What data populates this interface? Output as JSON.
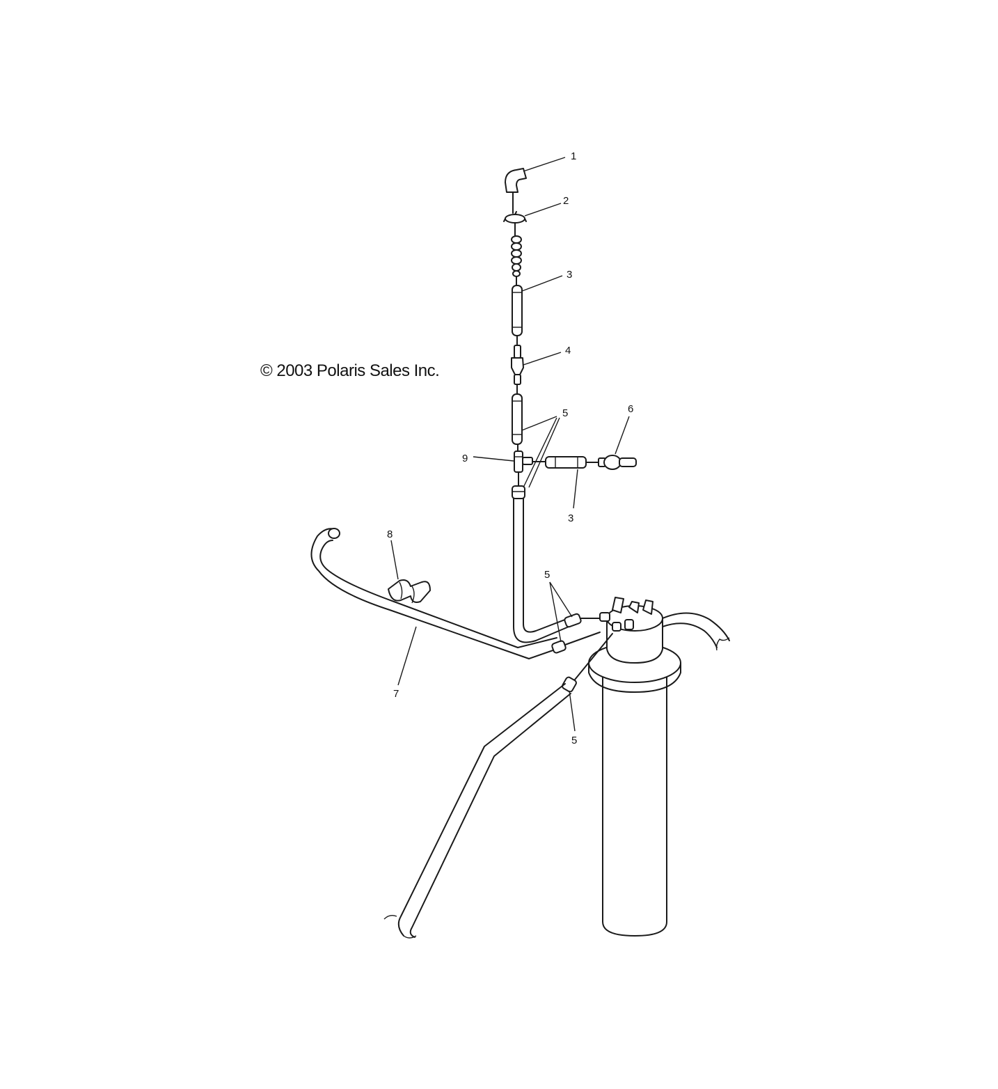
{
  "copyright": "© 2003 Polaris Sales Inc.",
  "callouts": [
    {
      "id": "1",
      "text": "1"
    },
    {
      "id": "2",
      "text": "2"
    },
    {
      "id": "3a",
      "text": "3"
    },
    {
      "id": "4",
      "text": "4"
    },
    {
      "id": "5a",
      "text": "5"
    },
    {
      "id": "6",
      "text": "6"
    },
    {
      "id": "9",
      "text": "9"
    },
    {
      "id": "3b",
      "text": "3"
    },
    {
      "id": "8",
      "text": "8"
    },
    {
      "id": "5b",
      "text": "5"
    },
    {
      "id": "7",
      "text": "7"
    },
    {
      "id": "5c",
      "text": "5"
    }
  ]
}
